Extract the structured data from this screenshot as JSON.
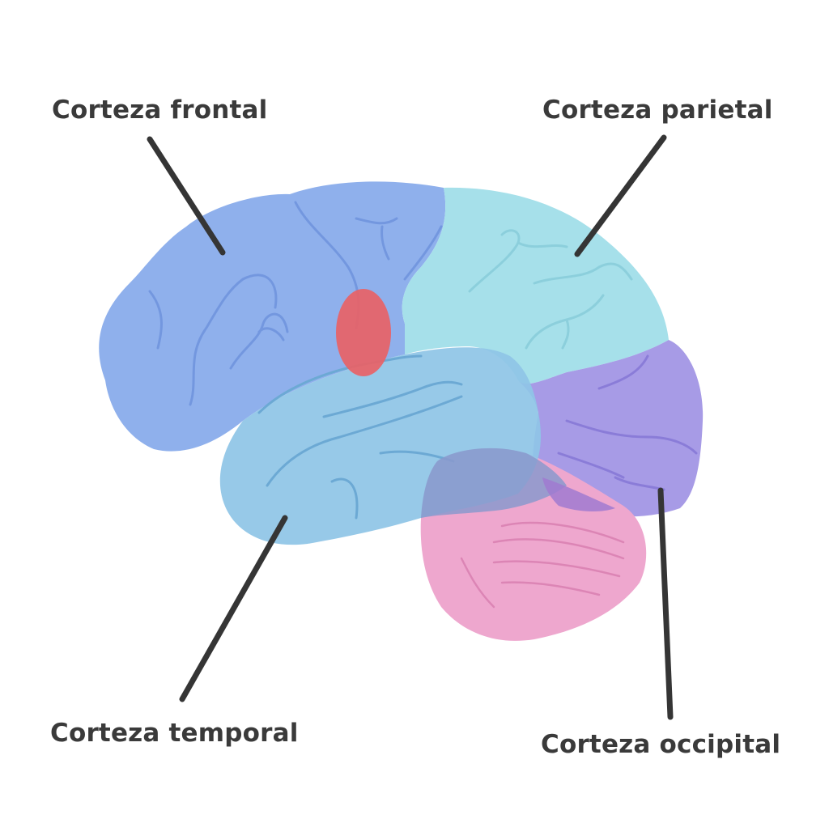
{
  "labels": {
    "frontal": "Corteza frontal",
    "parietal": "Corteza parietal",
    "temporal": "Corteza temporal",
    "occipital": "Corteza occipital"
  },
  "colors": {
    "frontal": "#8fb0ec",
    "parietal": "#a6e0ea",
    "temporal": "#8fc5e6",
    "occipital": "#a79be6",
    "cerebellum": "#eea7ce",
    "highlight": "#e86266",
    "leader_line": "#353535",
    "label_text": "#3a3a3a"
  }
}
